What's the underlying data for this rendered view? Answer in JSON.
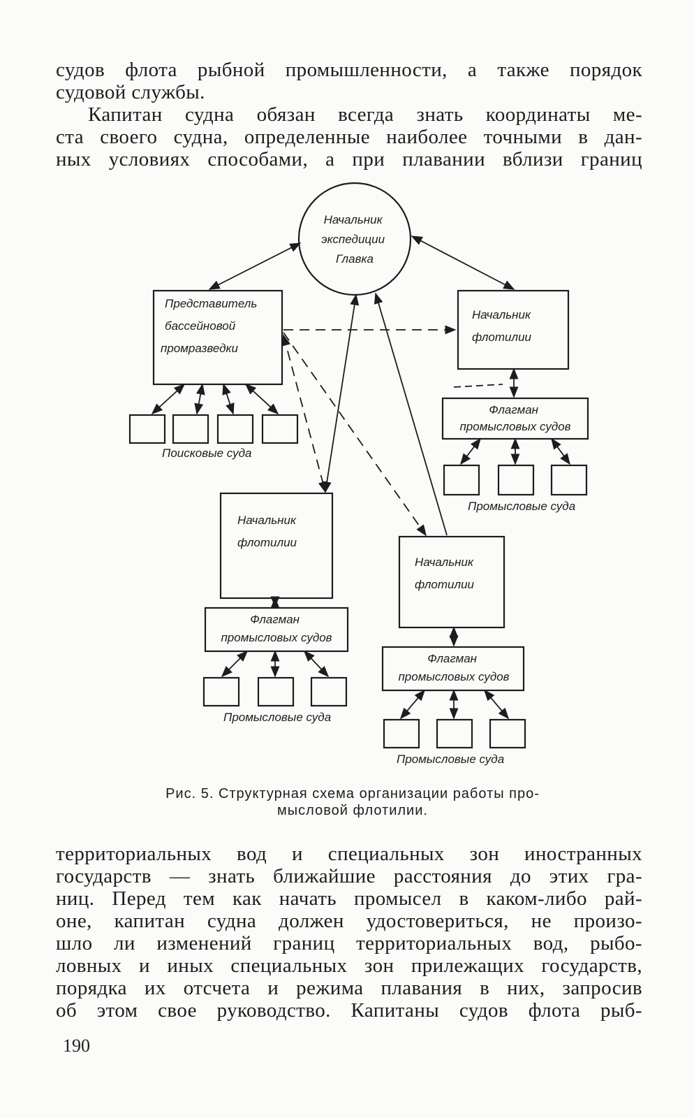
{
  "top_text": {
    "lines": [
      "судов флота рыбной промышленности, а также порядок",
      "судовой службы.",
      "Капитан судна обязан всегда знать координаты ме-",
      "ста своего судна, определенные наиболее точными в дан-",
      "ных условиях способами, а при плавании вблизи границ"
    ]
  },
  "diagram": {
    "head": [
      "Начальник",
      "экспедиции",
      "Главка"
    ],
    "scout_rep": [
      "Представитель",
      "бассейновой",
      "промразведки"
    ],
    "scout_ships_label": "Поисковые суда",
    "flotilla_chief": [
      "Начальник",
      "флотилии"
    ],
    "flagship": [
      "Флагман",
      "промысловых судов"
    ],
    "fishing_ships_label": "Промысловые суда"
  },
  "caption": {
    "lines": [
      "Рис. 5. Структурная схема организации работы про-",
      "мысловой флотилии."
    ]
  },
  "bottom_text": {
    "lines": [
      "территориальных вод и специальных зон иностранных",
      "государств — знать ближайшие расстояния до этих гра-",
      "ниц. Перед тем как начать промысел в каком-либо рай-",
      "оне, капитан судна должен удостовериться, не произо-",
      "шло ли изменений границ территориальных вод, рыбо-",
      "ловных и иных специальных зон прилежащих государств,",
      "порядка их отсчета и режима плавания в них, запросив",
      "об этом свое руководство. Капитаны судов флота рыб-"
    ]
  },
  "page_number": "190"
}
